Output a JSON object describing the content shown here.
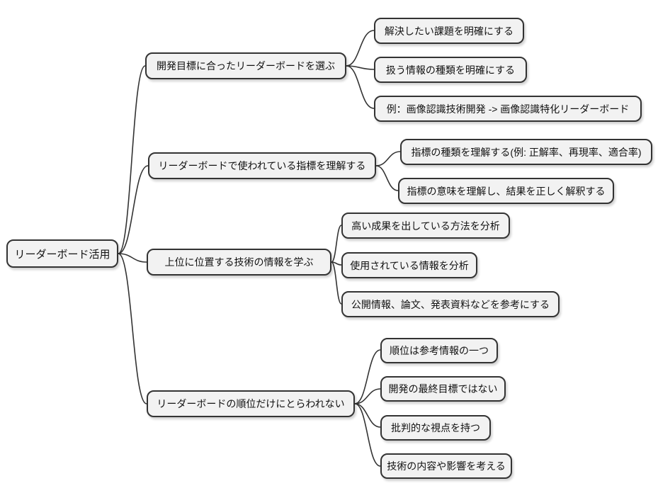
{
  "diagram": {
    "type": "mindmap",
    "colors": {
      "node_fill": "#f2f2f2",
      "node_border": "#333333",
      "edge": "#333333",
      "background": "#ffffff"
    },
    "root": {
      "label": "リーダーボード活用"
    },
    "branches": [
      {
        "label": "開発目標に合ったリーダーボードを選ぶ",
        "children": [
          {
            "label": "解決したい課題を明確にする"
          },
          {
            "label": "扱う情報の種類を明確にする"
          },
          {
            "label": "例：画像認識技術開発 -> 画像認識特化リーダーボード"
          }
        ]
      },
      {
        "label": "リーダーボードで使われている指標を理解する",
        "children": [
          {
            "label": "指標の種類を理解する(例: 正解率、再現率、適合率)"
          },
          {
            "label": "指標の意味を理解し、結果を正しく解釈する"
          }
        ]
      },
      {
        "label": "上位に位置する技術の情報を学ぶ",
        "children": [
          {
            "label": "高い成果を出している方法を分析"
          },
          {
            "label": "使用されている情報を分析"
          },
          {
            "label": "公開情報、論文、発表資料などを参考にする"
          }
        ]
      },
      {
        "label": "リーダーボードの順位だけにとらわれない",
        "children": [
          {
            "label": "順位は参考情報の一つ"
          },
          {
            "label": "開発の最終目標ではない"
          },
          {
            "label": "批判的な視点を持つ"
          },
          {
            "label": "技術の内容や影響を考える"
          }
        ]
      }
    ]
  }
}
